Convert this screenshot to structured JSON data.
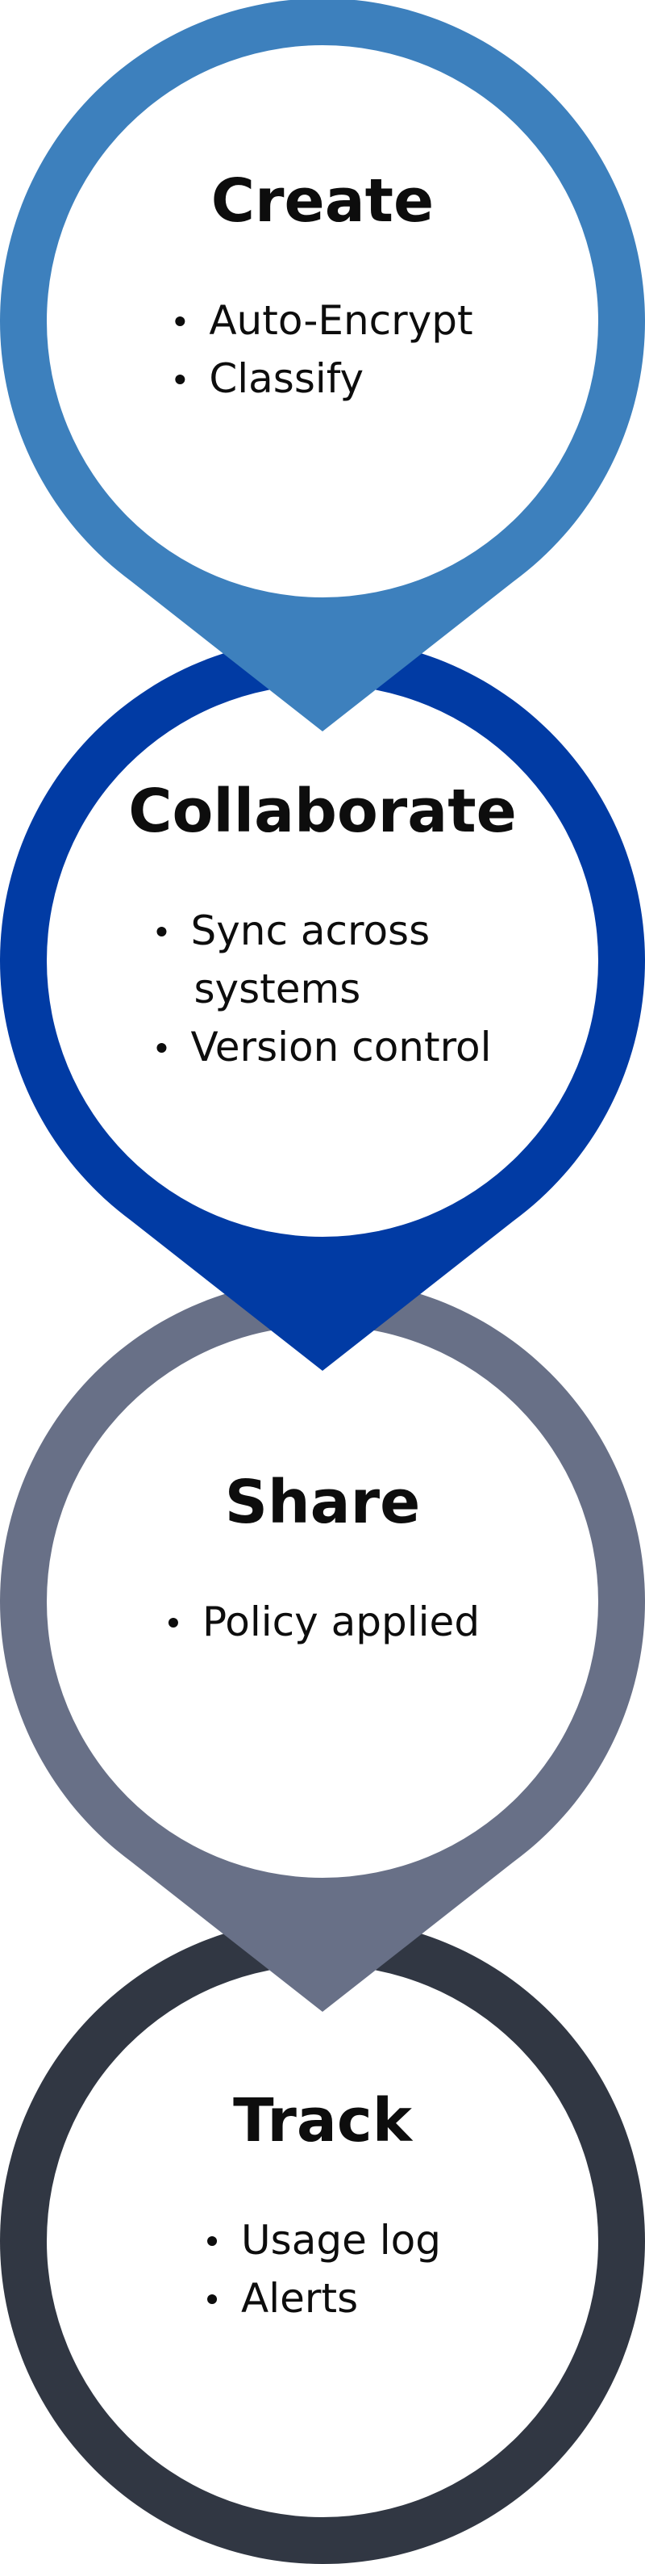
{
  "stages": [
    {
      "title": "Create",
      "color": "#3d80bd",
      "bullets": [
        {
          "lines": [
            "Auto-Encrypt"
          ]
        },
        {
          "lines": [
            "Classify"
          ]
        }
      ]
    },
    {
      "title": "Collaborate",
      "color": "#013ba4",
      "bullets": [
        {
          "lines": [
            "Sync across",
            "systems"
          ]
        },
        {
          "lines": [
            "Version control"
          ]
        }
      ]
    },
    {
      "title": "Share",
      "color": "#687087",
      "bullets": [
        {
          "lines": [
            "Policy applied"
          ]
        }
      ]
    },
    {
      "title": "Track",
      "color": "#313743",
      "bullets": [
        {
          "lines": [
            "Usage log"
          ]
        },
        {
          "lines": [
            "Alerts"
          ]
        }
      ]
    }
  ]
}
